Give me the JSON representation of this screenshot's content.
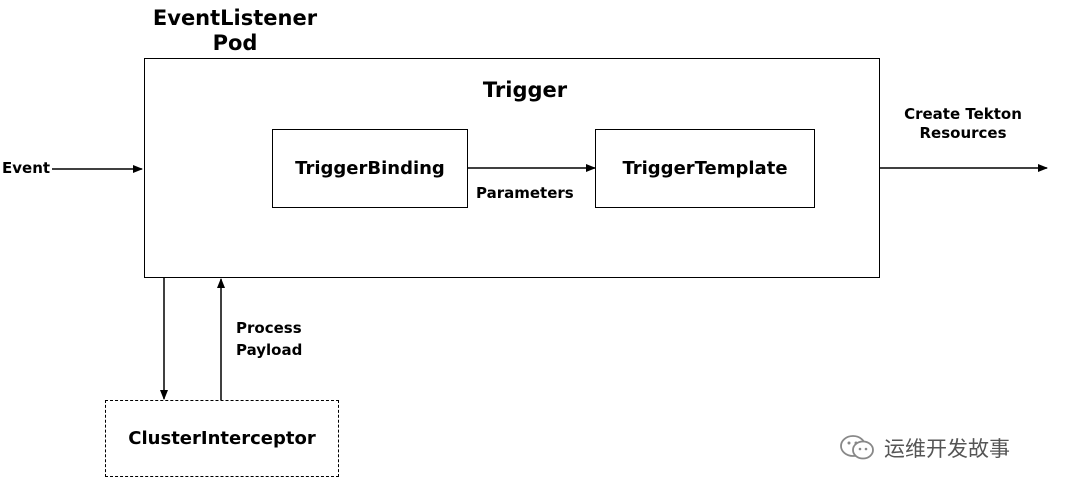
{
  "pod": {
    "title_line1": "EventListener",
    "title_line2": "Pod"
  },
  "trigger": {
    "title": "Trigger"
  },
  "nodes": {
    "trigger_binding": "TriggerBinding",
    "trigger_template": "TriggerTemplate",
    "cluster_interceptor": "ClusterInterceptor"
  },
  "edges": {
    "event": "Event",
    "parameters": "Parameters",
    "create_resources_line1": "Create Tekton",
    "create_resources_line2": "Resources",
    "process_payload_line1": "Process",
    "process_payload_line2": "Payload"
  },
  "watermark": {
    "text": "运维开发故事",
    "icon": "wechat-icon"
  }
}
